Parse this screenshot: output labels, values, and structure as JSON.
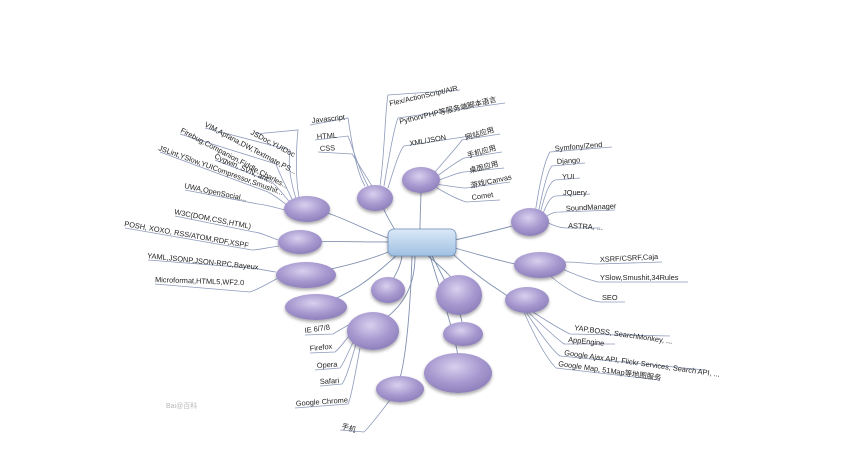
{
  "mindmap": {
    "center": "",
    "groups": {
      "g1": [
        "Javascript",
        "HTML",
        "CSS"
      ],
      "g2": [
        "Flex/ActionScript/AIR",
        "Python/PHP等服务端脚本语言",
        "XML/JSON"
      ],
      "g3": [
        "网站应用",
        "手机应用",
        "桌面应用",
        "游戏/Canvas",
        "Comet"
      ],
      "g4": [
        "Symfony/Zend",
        "Django",
        "YUI",
        "JQuery",
        "SoundManager",
        "ASTRA, ..."
      ],
      "g5": [
        "JSDoc,YUIDoc",
        "VIM,Aptana,DW,Textmate,PS...",
        "Firebug,Companion,Fiddle,Charles...",
        "Cygwin, SVN, ant...",
        "JSLint,YSlow,YUICompressor,Smushit...",
        "UWA,OpenSocial..."
      ],
      "g6": [
        "W3C(DOM,CSS,HTML)",
        "POSH, XOXO, RSS/ATOM,RDF,XSPF"
      ],
      "g7": [
        "YAML,JSONP,JSON-RPC,Bayeux",
        "Microformat,HTML5,WF2.0"
      ],
      "g8": [
        "XSRF/CSRF,Caja",
        "YSlow,Smushit,34Rules",
        "SEO"
      ],
      "g9": [
        "YAP,BOSS, SearchMonkey, ...",
        "AppEngine",
        "Google Ajax API, Flickr Services, Search API, ...",
        "Google Map, 51Map等地图服务"
      ],
      "g10": [
        "IE 6/7/8",
        "Firefox",
        "Opera",
        "Safari",
        "Google Chrome"
      ],
      "g11": [
        "手机"
      ]
    },
    "watermark": "Bai@百科"
  },
  "colors": {
    "node_fill": "#a395c9",
    "node_fill_light": "#c7bde4",
    "center_fill": "#bcd3ec",
    "line": "#7f8fb0"
  }
}
